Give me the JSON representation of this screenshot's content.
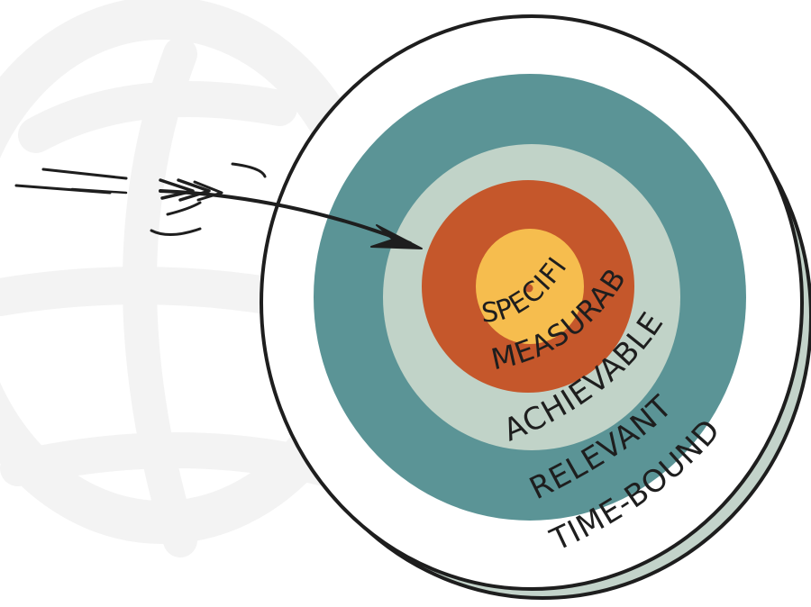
{
  "diagram": {
    "type": "smart-goals-target",
    "rings": [
      {
        "label": "SPECIFIC",
        "fill": "#F6BD4E",
        "text_color": "#1e1e1e"
      },
      {
        "label": "MEASURABLE",
        "fill": "#C5572B",
        "text_color": "#1e1e1e"
      },
      {
        "label": "ACHIEVABLE",
        "fill": "#C1D3C8",
        "text_color": "#1e1e1e"
      },
      {
        "label": "RELEVANT",
        "fill": "#5B9496",
        "text_color": "#1e1e1e"
      },
      {
        "label": "TIME-BOUND",
        "fill": "#FFFFFF",
        "text_color": "#1e1e1e"
      }
    ],
    "board_edge_color": "#C3D3CA",
    "outline_color": "#1e1e1e",
    "watermark_color": "#F3F3F3",
    "icons": [
      "arrow-icon",
      "bullseye-center-dot-icon"
    ]
  }
}
